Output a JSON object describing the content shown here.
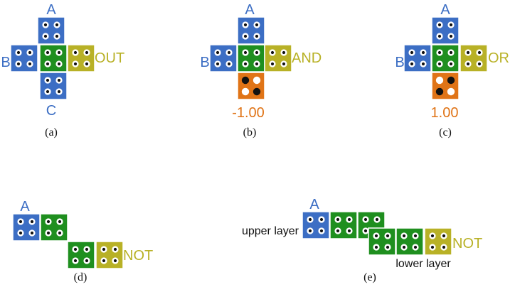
{
  "colors": {
    "blue": "#3c6ec4",
    "green": "#1f8f1f",
    "olive": "#b8b126",
    "orange": "#e07417",
    "blue_text": "#3c6ec4",
    "olive_text": "#b8b126",
    "orange_text": "#e07417",
    "black_text": "#111111",
    "pin_hole": "#ffffff",
    "pin_dot": "#111111"
  },
  "panels": [
    {
      "id": "a",
      "caption": "(a)",
      "labels": {
        "top": "A",
        "left": "B",
        "right": "OUT",
        "bottom": "C"
      },
      "tiles": [
        {
          "role": "input-a",
          "color": "blue"
        },
        {
          "role": "input-b",
          "color": "blue"
        },
        {
          "role": "core",
          "color": "green"
        },
        {
          "role": "output",
          "color": "olive"
        },
        {
          "role": "input-c",
          "color": "blue"
        }
      ]
    },
    {
      "id": "b",
      "caption": "(b)",
      "labels": {
        "top": "A",
        "left": "B",
        "right": "AND",
        "bottom": "-1.00"
      },
      "tiles": [
        {
          "role": "input-a",
          "color": "blue"
        },
        {
          "role": "input-b",
          "color": "blue"
        },
        {
          "role": "core",
          "color": "green"
        },
        {
          "role": "output",
          "color": "olive"
        },
        {
          "role": "bias",
          "color": "orange",
          "dots": [
            true,
            false,
            false,
            true
          ]
        }
      ]
    },
    {
      "id": "c",
      "caption": "(c)",
      "labels": {
        "top": "A",
        "left": "B",
        "right": "OR",
        "bottom": "1.00"
      },
      "tiles": [
        {
          "role": "input-a",
          "color": "blue"
        },
        {
          "role": "input-b",
          "color": "blue"
        },
        {
          "role": "core",
          "color": "green"
        },
        {
          "role": "output",
          "color": "olive"
        },
        {
          "role": "bias",
          "color": "orange",
          "dots": [
            false,
            true,
            true,
            false
          ]
        }
      ]
    },
    {
      "id": "d",
      "caption": "(d)",
      "labels": {
        "top": "A",
        "right": "NOT"
      },
      "tiles": [
        {
          "role": "input-a",
          "color": "blue"
        },
        {
          "role": "core-upper",
          "color": "green"
        },
        {
          "role": "core-lower",
          "color": "green"
        },
        {
          "role": "output",
          "color": "olive"
        }
      ]
    },
    {
      "id": "e",
      "caption": "(e)",
      "labels": {
        "top": "A",
        "right": "NOT",
        "upper_layer": "upper layer",
        "lower_layer": "lower layer"
      },
      "tiles": [
        {
          "role": "input-a",
          "color": "blue"
        },
        {
          "role": "upper-1",
          "color": "green"
        },
        {
          "role": "upper-2",
          "color": "green"
        },
        {
          "role": "lower-1",
          "color": "green"
        },
        {
          "role": "lower-2",
          "color": "green"
        },
        {
          "role": "output",
          "color": "olive"
        }
      ]
    }
  ]
}
